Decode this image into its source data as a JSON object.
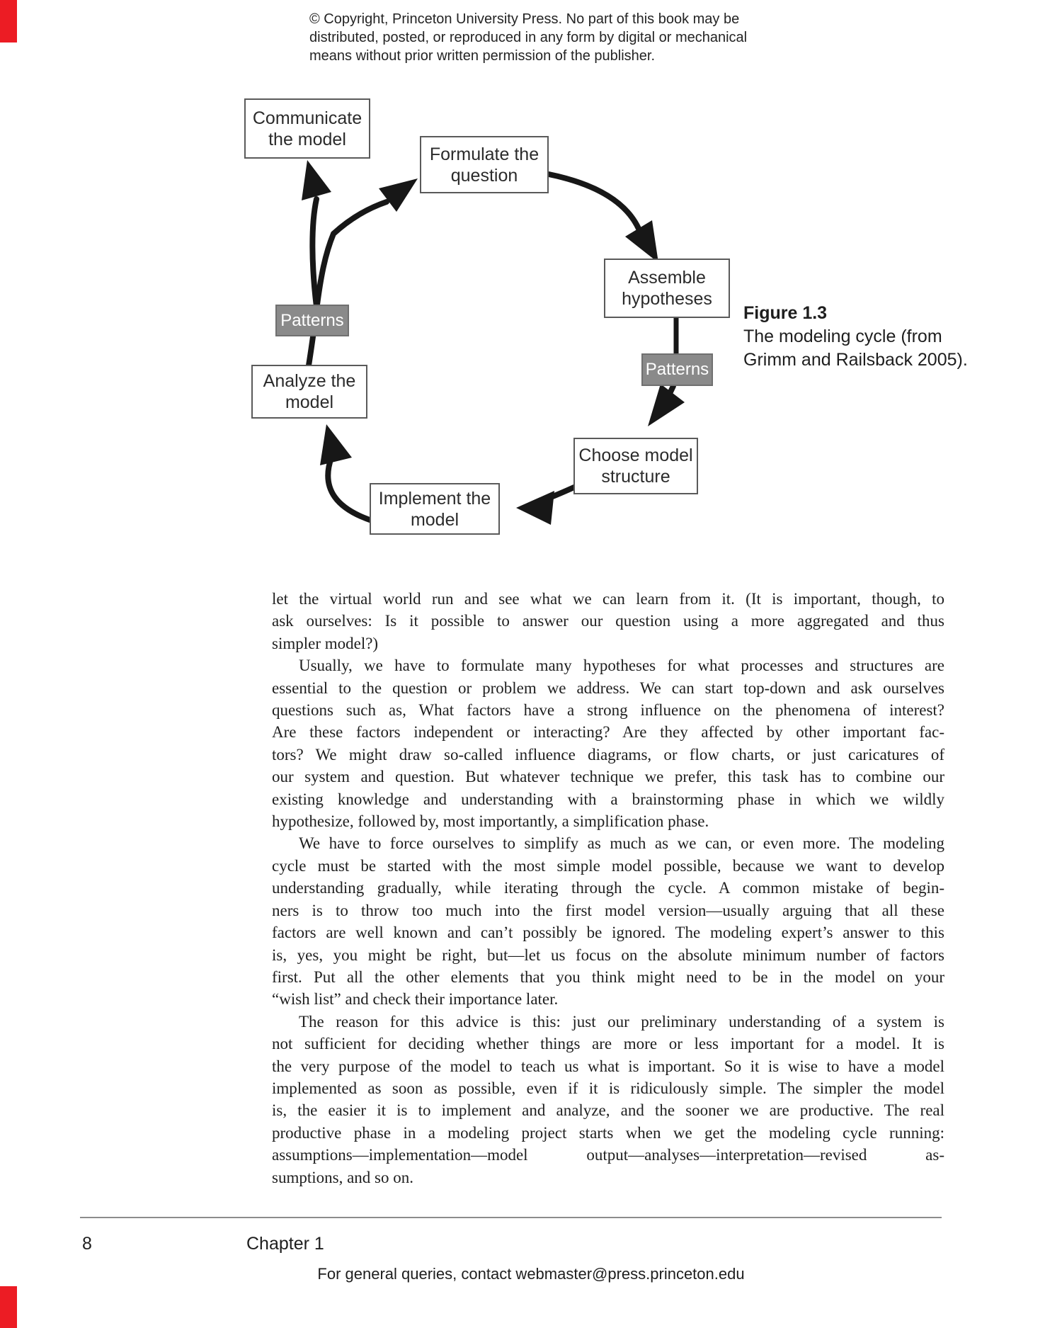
{
  "copyright": {
    "line1": "© Copyright, Princeton University Press. No part of this book may be",
    "line2": "distributed, posted, or reproduced in any form by digital or mechanical",
    "line3": "means without prior written permission of the publisher."
  },
  "figure": {
    "boxes": {
      "communicate": {
        "line1": "Communicate",
        "line2": "the model"
      },
      "formulate": {
        "line1": "Formulate the",
        "line2": "question"
      },
      "assemble": {
        "line1": "Assemble",
        "line2": "hypotheses"
      },
      "patterns_left": {
        "label": "Patterns"
      },
      "patterns_right": {
        "label": "Patterns"
      },
      "analyze": {
        "line1": "Analyze the",
        "line2": "model"
      },
      "choose": {
        "line1": "Choose model",
        "line2": "structure"
      },
      "implement": {
        "line1": "Implement the",
        "line2": "model"
      }
    },
    "caption": {
      "title": "Figure 1.3",
      "line1": "The modeling cycle (from",
      "line2": "Grimm and Railsback 2005)."
    },
    "colors": {
      "pattern_fill": "#8a8a8a",
      "pattern_text": "#ffffff",
      "arrow": "#171717",
      "box_border": "#5a5a5a",
      "bleed_red": "#ec1c24"
    }
  },
  "body": {
    "paragraphs": [
      {
        "indent": false,
        "lines": [
          "let the virtual world run and see what we can learn from it. (It is important, though, to",
          "ask ourselves: Is it possible to answer our question using a more aggregated and thus",
          "simpler model?)"
        ]
      },
      {
        "indent": true,
        "lines": [
          "Usually, we have to formulate many hypotheses for what processes and structures are",
          "essential to the question or problem we address. We can start top-down and ask ourselves",
          "questions such as, What factors have a strong influence on the phenomena of interest?",
          "Are these factors independent or interacting? Are they affected by other important fac-",
          "tors? We might draw so-called influence diagrams, or flow charts, or just caricatures of",
          "our system and question. But whatever technique we prefer, this task has to combine our",
          "existing knowledge and understanding with a brainstorming phase in which we wildly",
          "hypothesize, followed by, most importantly, a simplification phase."
        ]
      },
      {
        "indent": true,
        "lines": [
          "We have to force ourselves to simplify as much as we can, or even more. The modeling",
          "cycle must be started with the most simple model possible, because we want to develop",
          "understanding gradually, while iterating through the cycle. A common mistake of begin-",
          "ners is to throw too much into the first model version—usually arguing that all these",
          "factors are well known and can’t possibly be ignored. The modeling expert’s answer to this",
          "is, yes, you might be right, but—let us focus on the absolute minimum number of factors",
          "first. Put all the other elements that you think might need to be in the model on your",
          "“wish list” and check their importance later."
        ]
      },
      {
        "indent": true,
        "lines": [
          "The reason for this advice is this: just our preliminary understanding of a system is",
          "not sufficient for deciding whether things are more or less important for a model. It is",
          "the very purpose of the model to teach us what is important. So it is wise to have a model",
          "implemented as soon as possible, even if it is ridiculously simple. The simpler the model",
          "is, the easier it is to implement and analyze, and the sooner we are productive. The real",
          "productive phase in a modeling project starts when we get the modeling cycle running:",
          "assumptions—implementation—model output—analyses—interpretation—revised as-",
          "sumptions, and so on."
        ]
      }
    ]
  },
  "footer": {
    "page_number": "8",
    "chapter": "Chapter 1",
    "queries": "For general queries, contact webmaster@press.princeton.edu"
  }
}
